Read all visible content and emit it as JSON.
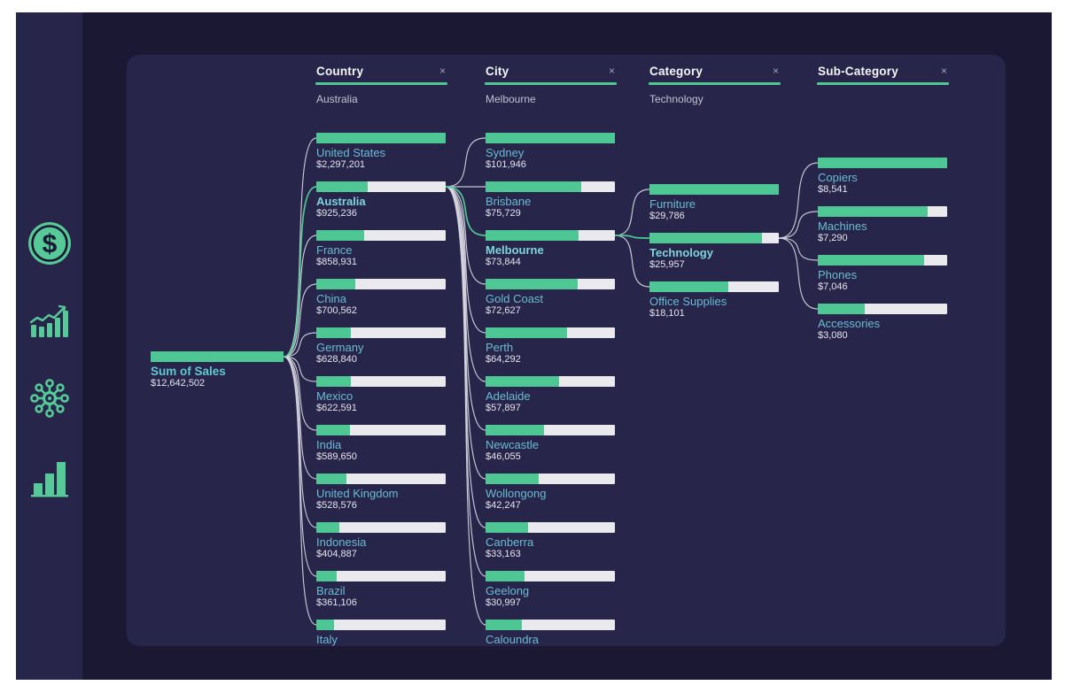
{
  "app": {
    "background": "#1a1833",
    "accent_teal": "#4ec794",
    "bar_remainder": "#e9e9ee",
    "connector_color": "#d9d9e3"
  },
  "sidebar": {
    "icons": [
      {
        "name": "dollar-coin-icon",
        "glyph": "$"
      },
      {
        "name": "trend-chart-icon",
        "glyph": "rising bars with arrow"
      },
      {
        "name": "network-icon",
        "glyph": "hub with spokes"
      },
      {
        "name": "bar-chart-icon",
        "glyph": "ascending bars"
      }
    ]
  },
  "tree": {
    "levels": [
      {
        "title": "Country",
        "selected_value": "Australia",
        "close_label": "×"
      },
      {
        "title": "City",
        "selected_value": "Melbourne",
        "close_label": "×"
      },
      {
        "title": "Category",
        "selected_value": "Technology",
        "close_label": "×"
      },
      {
        "title": "Sub-Category",
        "selected_value": "",
        "close_label": "×"
      }
    ],
    "columns": [
      {
        "nodes": [
          {
            "name": "Sum of Sales",
            "value": "$12,642,502",
            "fill": 1,
            "selected": true,
            "root": true
          }
        ]
      },
      {
        "from_col": 0,
        "from_index": 0,
        "nodes": [
          {
            "name": "United States",
            "value": "$2,297,201",
            "fill": 1
          },
          {
            "name": "Australia",
            "value": "$925,236",
            "fill": 0.4,
            "selected": true
          },
          {
            "name": "France",
            "value": "$858,931",
            "fill": 0.37
          },
          {
            "name": "China",
            "value": "$700,562",
            "fill": 0.3
          },
          {
            "name": "Germany",
            "value": "$628,840",
            "fill": 0.27
          },
          {
            "name": "Mexico",
            "value": "$622,591",
            "fill": 0.27
          },
          {
            "name": "India",
            "value": "$589,650",
            "fill": 0.26
          },
          {
            "name": "United Kingdom",
            "value": "$528,576",
            "fill": 0.23
          },
          {
            "name": "Indonesia",
            "value": "$404,887",
            "fill": 0.18
          },
          {
            "name": "Brazil",
            "value": "$361,106",
            "fill": 0.16
          },
          {
            "name": "Italy",
            "value": "",
            "fill": 0.14
          }
        ]
      },
      {
        "from_col": 1,
        "from_index": 1,
        "nodes": [
          {
            "name": "Sydney",
            "value": "$101,946",
            "fill": 1
          },
          {
            "name": "Brisbane",
            "value": "$75,729",
            "fill": 0.74
          },
          {
            "name": "Melbourne",
            "value": "$73,844",
            "fill": 0.72,
            "selected": true
          },
          {
            "name": "Gold Coast",
            "value": "$72,627",
            "fill": 0.71
          },
          {
            "name": "Perth",
            "value": "$64,292",
            "fill": 0.63
          },
          {
            "name": "Adelaide",
            "value": "$57,897",
            "fill": 0.57
          },
          {
            "name": "Newcastle",
            "value": "$46,055",
            "fill": 0.45
          },
          {
            "name": "Wollongong",
            "value": "$42,247",
            "fill": 0.41
          },
          {
            "name": "Canberra",
            "value": "$33,163",
            "fill": 0.33
          },
          {
            "name": "Geelong",
            "value": "$30,997",
            "fill": 0.3
          },
          {
            "name": "Caloundra",
            "value": "",
            "fill": 0.28
          }
        ]
      },
      {
        "from_col": 2,
        "from_index": 2,
        "nodes": [
          {
            "name": "Furniture",
            "value": "$29,786",
            "fill": 1
          },
          {
            "name": "Technology",
            "value": "$25,957",
            "fill": 0.87,
            "selected": true
          },
          {
            "name": "Office Supplies",
            "value": "$18,101",
            "fill": 0.61
          }
        ]
      },
      {
        "from_col": 3,
        "from_index": 1,
        "nodes": [
          {
            "name": "Copiers",
            "value": "$8,541",
            "fill": 1
          },
          {
            "name": "Machines",
            "value": "$7,290",
            "fill": 0.85
          },
          {
            "name": "Phones",
            "value": "$7,046",
            "fill": 0.82
          },
          {
            "name": "Accessories",
            "value": "$3,080",
            "fill": 0.36
          }
        ]
      }
    ]
  },
  "chart_data": {
    "type": "decomposition-tree",
    "title": "Sum of Sales",
    "root": {
      "label": "Sum of Sales",
      "value": 12642502,
      "value_text": "$12,642,502"
    },
    "levels": [
      {
        "field": "Country",
        "selected": "Australia",
        "items": [
          {
            "label": "United States",
            "value": 2297201
          },
          {
            "label": "Australia",
            "value": 925236
          },
          {
            "label": "France",
            "value": 858931
          },
          {
            "label": "China",
            "value": 700562
          },
          {
            "label": "Germany",
            "value": 628840
          },
          {
            "label": "Mexico",
            "value": 622591
          },
          {
            "label": "India",
            "value": 589650
          },
          {
            "label": "United Kingdom",
            "value": 528576
          },
          {
            "label": "Indonesia",
            "value": 404887
          },
          {
            "label": "Brazil",
            "value": 361106
          },
          {
            "label": "Italy",
            "value": null
          }
        ]
      },
      {
        "field": "City",
        "selected": "Melbourne",
        "items": [
          {
            "label": "Sydney",
            "value": 101946
          },
          {
            "label": "Brisbane",
            "value": 75729
          },
          {
            "label": "Melbourne",
            "value": 73844
          },
          {
            "label": "Gold Coast",
            "value": 72627
          },
          {
            "label": "Perth",
            "value": 64292
          },
          {
            "label": "Adelaide",
            "value": 57897
          },
          {
            "label": "Newcastle",
            "value": 46055
          },
          {
            "label": "Wollongong",
            "value": 42247
          },
          {
            "label": "Canberra",
            "value": 33163
          },
          {
            "label": "Geelong",
            "value": 30997
          },
          {
            "label": "Caloundra",
            "value": null
          }
        ]
      },
      {
        "field": "Category",
        "selected": "Technology",
        "items": [
          {
            "label": "Furniture",
            "value": 29786
          },
          {
            "label": "Technology",
            "value": 25957
          },
          {
            "label": "Office Supplies",
            "value": 18101
          }
        ]
      },
      {
        "field": "Sub-Category",
        "selected": null,
        "items": [
          {
            "label": "Copiers",
            "value": 8541
          },
          {
            "label": "Machines",
            "value": 7290
          },
          {
            "label": "Phones",
            "value": 7046
          },
          {
            "label": "Accessories",
            "value": 3080
          }
        ]
      }
    ]
  }
}
